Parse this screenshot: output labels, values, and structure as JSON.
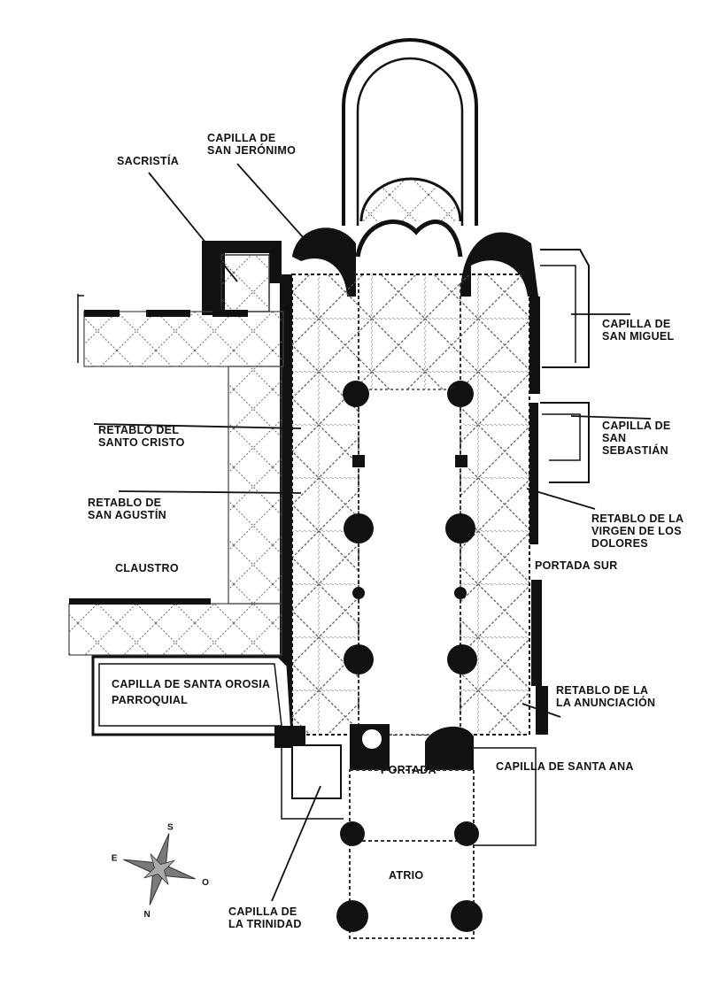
{
  "labels": {
    "sacristia": "SACRISTÍA",
    "capilla_san_jeronimo": [
      "CAPILLA DE",
      "SAN JERÓNIMO"
    ],
    "capilla_san_miguel": [
      "CAPILLA DE",
      "SAN MIGUEL"
    ],
    "capilla_san_sebastian": [
      "CAPILLA DE",
      "SAN",
      "SEBASTIÁN"
    ],
    "retablo_santo_cristo": [
      "RETABLO DEL",
      "SANTO CRISTO"
    ],
    "retablo_san_agustin": [
      "RETABLO DE",
      "SAN AGUSTÍN"
    ],
    "retablo_virgen_dolores": [
      "RETABLO DE LA",
      "VIRGEN DE LOS",
      "DOLORES"
    ],
    "claustro": "CLAUSTRO",
    "portada_sur": "PORTADA SUR",
    "capilla_santa_orosia": [
      "CAPILLA DE SANTA OROSIA",
      "PARROQUIAL"
    ],
    "retablo_anunciacion": [
      "RETABLO DE LA",
      "LA ANUNCIACIÓN"
    ],
    "portada": "PORTADA",
    "capilla_santa_ana": "CAPILLA DE SANTA ANA",
    "atrio": "ATRIO",
    "capilla_trinidad": [
      "CAPILLA DE",
      "LA TRINIDAD"
    ]
  },
  "compass": {
    "north": "N",
    "south": "S",
    "east": "E",
    "west": "O"
  },
  "colors": {
    "ink": "#111111",
    "paper": "#ffffff",
    "compass_fill": "#7a7a7a"
  }
}
